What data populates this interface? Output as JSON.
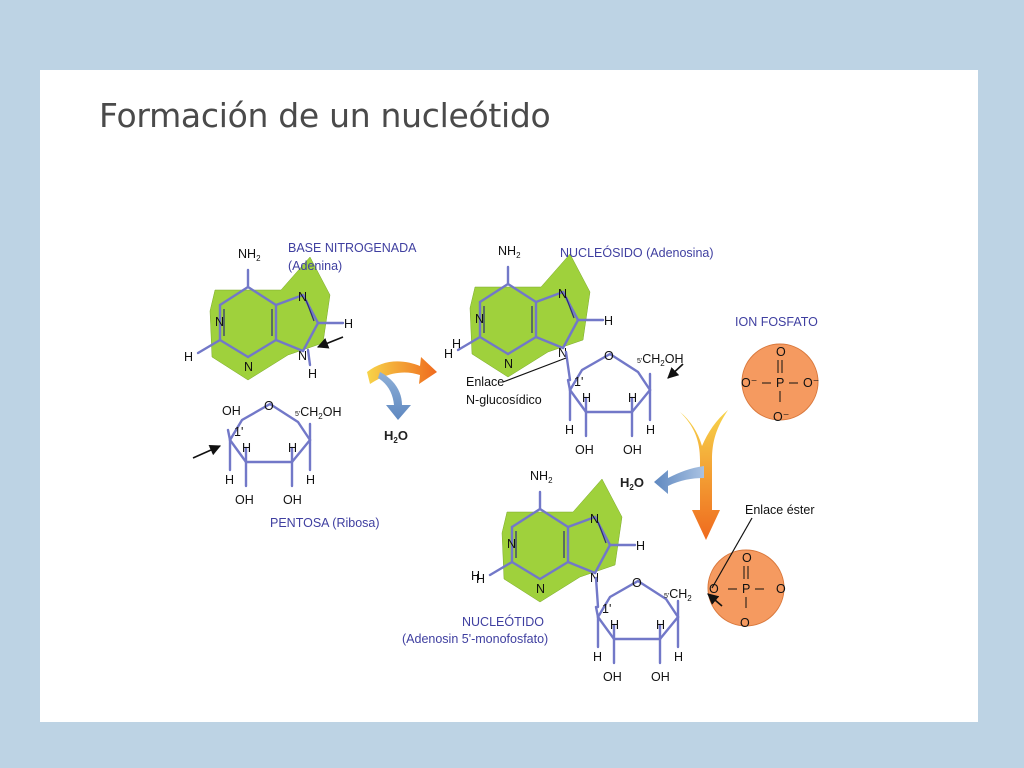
{
  "title": "Formación de un nucleótido",
  "labels": {
    "base": "BASE NITROGENADA",
    "base_sub": "(Adenina)",
    "pentose": "PENTOSA  (Ribosa)",
    "nucleoside": "NUCLEÓSIDO  (Adenosina)",
    "ion": "ION FOSFATO",
    "nucleotide": "NUCLEÓTIDO",
    "nucleotide_sub": "(Adenosin 5'-monofosfato)",
    "enlace1_a": "Enlace",
    "enlace1_b": "N-glucosídico",
    "enlace2": "Enlace éster",
    "water": "H",
    "water_sub": "2",
    "water_o": "O"
  },
  "atoms": {
    "N": "N",
    "H": "H",
    "NH": "NH",
    "NH_sub": "2",
    "OH": "OH",
    "O": "O",
    "P": "P",
    "CH": "CH",
    "CH_sub": "2",
    "Ominus": "O⁻",
    "pos1": "1'",
    "pos5": "5'"
  },
  "colors": {
    "background": "#bdd3e4",
    "slide": "#ffffff",
    "ring": "#9fd13c",
    "bond": "#7278c8",
    "label": "#3f3fa0",
    "phosphate": "#f59a60"
  }
}
